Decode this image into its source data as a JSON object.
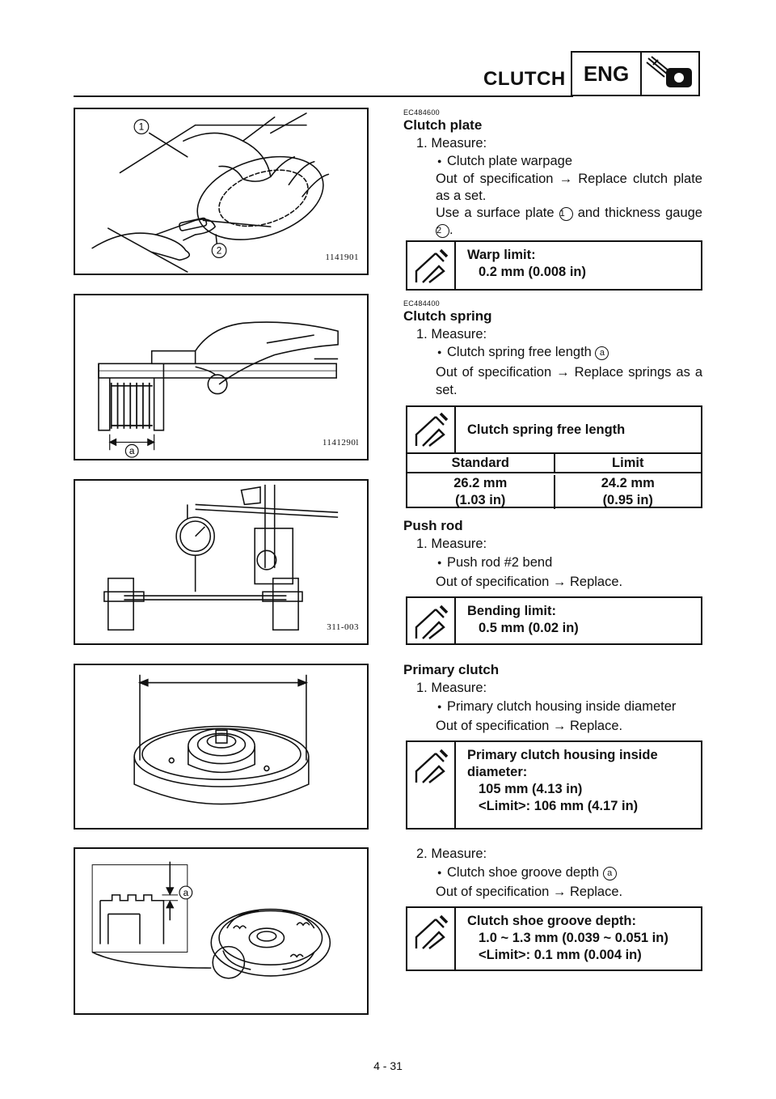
{
  "header": {
    "title": "CLUTCH",
    "badge": "ENG",
    "badge_icon": "engine-wrench-icon"
  },
  "figures": [
    {
      "code": "1141901",
      "callouts": [
        "1",
        "2"
      ]
    },
    {
      "code": "1141290l",
      "callouts": [
        "a"
      ]
    },
    {
      "code": "311-003",
      "callouts": []
    },
    {
      "code": "",
      "callouts": []
    },
    {
      "code": "",
      "callouts": [
        "a"
      ]
    }
  ],
  "sections": {
    "clutch_plate": {
      "code": "EC484600",
      "title": "Clutch plate",
      "step": "1. Measure:",
      "bullet": "Clutch plate warpage",
      "text_a": "Out of specification → Replace clutch plate as a set.",
      "text_b1": "Use a surface plate",
      "text_b_ref1": "1",
      "text_b2": "and thickness gauge",
      "text_b_ref2": "2",
      "text_b3": ".",
      "spec_label": "Warp limit:",
      "spec_value": "0.2 mm (0.008 in)"
    },
    "clutch_spring": {
      "code": "EC484400",
      "title": "Clutch spring",
      "step": "1. Measure:",
      "bullet": "Clutch spring free length",
      "bullet_ref": "a",
      "text_a": "Out of specification → Replace springs as a set.",
      "table_title": "Clutch spring free length",
      "col_standard": "Standard",
      "col_limit": "Limit",
      "std_mm": "26.2 mm",
      "std_in": "(1.03 in)",
      "lim_mm": "24.2 mm",
      "lim_in": "(0.95 in)"
    },
    "push_rod": {
      "title": "Push rod",
      "step": "1. Measure:",
      "bullet": "Push rod #2 bend",
      "text_a": "Out of specification → Replace.",
      "spec_label": "Bending limit:",
      "spec_value": "0.5 mm (0.02 in)"
    },
    "primary_clutch": {
      "title": "Primary clutch",
      "step": "1. Measure:",
      "bullet": "Primary clutch housing inside diameter",
      "text_a": "Out of specification → Replace.",
      "spec_label1": "Primary clutch housing inside",
      "spec_label2": "diameter:",
      "spec_value": "105 mm (4.13 in)",
      "spec_limit": "<Limit>: 106 mm (4.17 in)"
    },
    "clutch_shoe": {
      "step": "2. Measure:",
      "bullet": "Clutch shoe groove depth",
      "bullet_ref": "a",
      "text_a": "Out of specification → Replace.",
      "spec_label": "Clutch shoe groove depth:",
      "spec_value": "1.0 ~ 1.3 mm (0.039 ~ 0.051 in)",
      "spec_limit": "<Limit>: 0.1 mm (0.004 in)"
    }
  },
  "page_number": "4 - 31"
}
